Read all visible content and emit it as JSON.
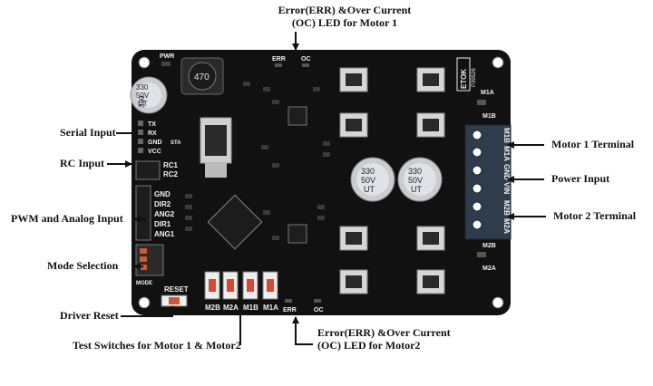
{
  "callouts": {
    "err_oc_motor1": "Error(ERR) &Over Current (OC) LED for Motor 1",
    "serial_input": "Serial Input",
    "rc_input": "RC Input",
    "pwm_analog_input": "PWM and Analog Input",
    "mode_selection": "Mode Selection",
    "driver_reset": "Driver Reset",
    "test_switches": "Test Switches for Motor 1 & Motor2",
    "err_oc_motor2": "Error(ERR) &Over Current (OC) LED for Motor2",
    "motor1_terminal": "Motor 1 Terminal",
    "power_input": "Power Input",
    "motor2_terminal": "Motor 2 Terminal"
  },
  "board": {
    "pwr": "PWR",
    "err_top": "ERR",
    "oc_top": "OC",
    "err_bottom": "ERR",
    "oc_bottom": "OC",
    "inductor": "470",
    "cap_left": [
      "330",
      "50V",
      "UT"
    ],
    "cap_mid1": [
      "330",
      "50V",
      "UT"
    ],
    "cap_mid2": [
      "330",
      "50V",
      "UT"
    ],
    "serial_pins": [
      "TX",
      "RX",
      "GND",
      "VCC"
    ],
    "sta": "STA",
    "rc_pins": [
      "RC1",
      "RC2"
    ],
    "pwm_pins": [
      "GND",
      "DIR2",
      "ANG2",
      "DIR1",
      "ANG1"
    ],
    "mode": "MODE",
    "reset": "RESET",
    "switches": [
      "M2B",
      "M2A",
      "M1B",
      "M1A"
    ],
    "terminal_labels": [
      "M1B",
      "M1A",
      "GND",
      "VIN",
      "M2B",
      "M2A"
    ],
    "m1a": "M1A",
    "m1b": "M1B",
    "m2b": "M2B",
    "m2a": "M2A",
    "logo": "ETOK",
    "part": "P39526"
  },
  "colors": {
    "board": "#111111",
    "silk": "#f2f2f2",
    "terminal": "#2f3c4c",
    "switch": "#d8472e"
  }
}
